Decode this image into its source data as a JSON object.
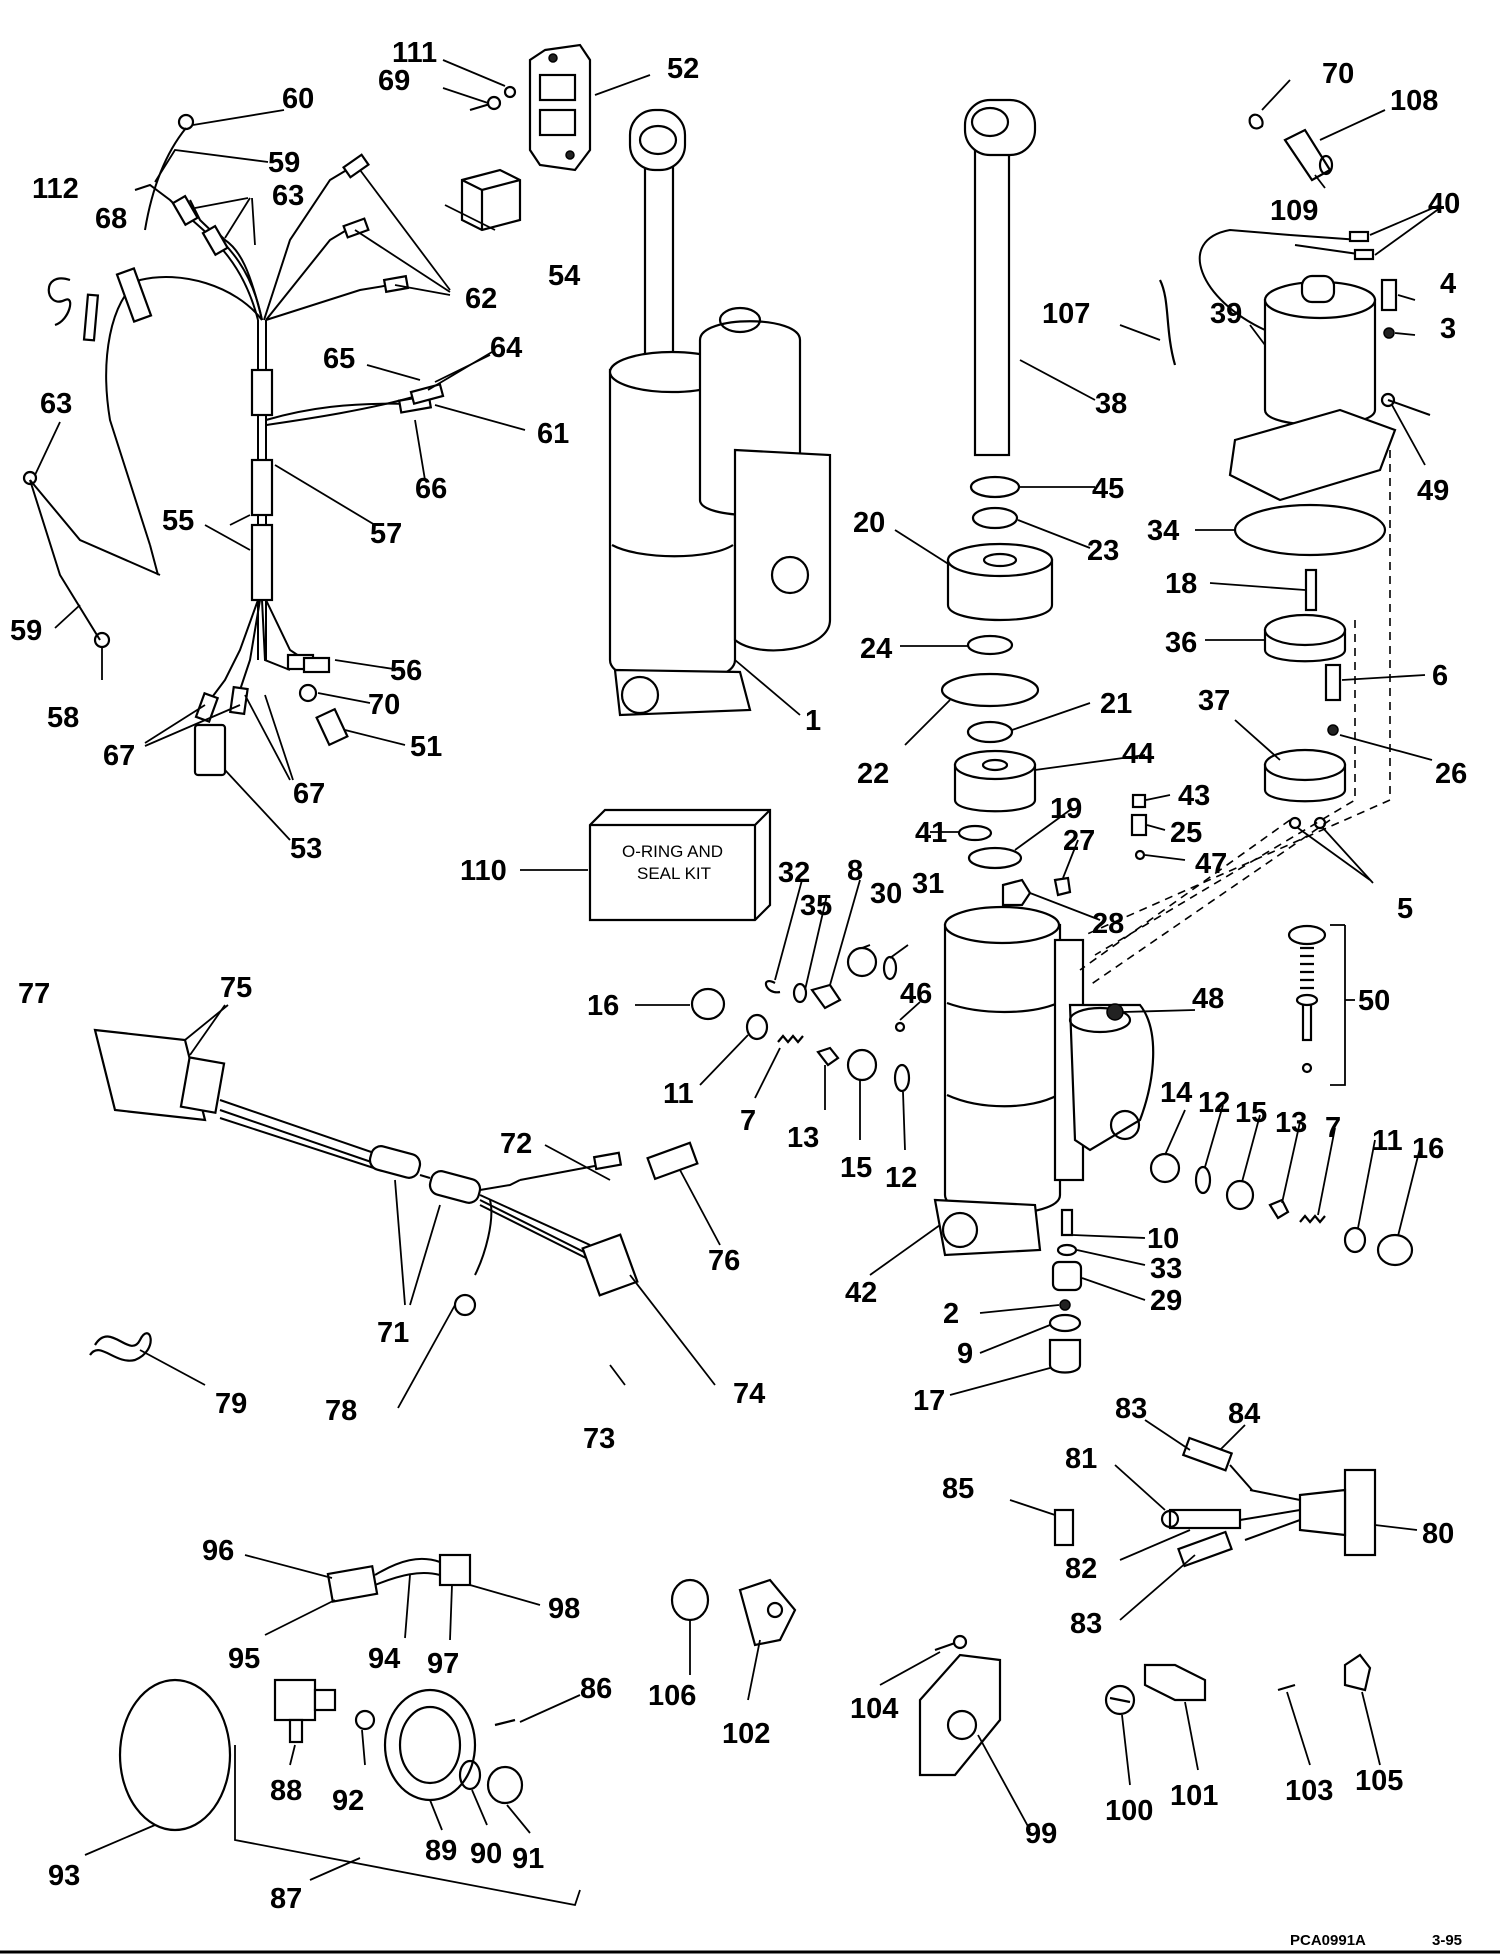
{
  "kit_box": {
    "line1": "O-RING AND",
    "line2": "SEAL KIT"
  },
  "drawing_code": "PCA0991A",
  "drawing_date": "3-95",
  "callouts": [
    {
      "id": "c111",
      "label": "111"
    },
    {
      "id": "c69",
      "label": "69"
    },
    {
      "id": "c52",
      "label": "52"
    },
    {
      "id": "c60",
      "label": "60"
    },
    {
      "id": "c59a",
      "label": "59"
    },
    {
      "id": "c112",
      "label": "112"
    },
    {
      "id": "c63a",
      "label": "63"
    },
    {
      "id": "c68",
      "label": "68"
    },
    {
      "id": "c54",
      "label": "54"
    },
    {
      "id": "c62",
      "label": "62"
    },
    {
      "id": "c65",
      "label": "65"
    },
    {
      "id": "c64",
      "label": "64"
    },
    {
      "id": "c61",
      "label": "61"
    },
    {
      "id": "c66",
      "label": "66"
    },
    {
      "id": "c63b",
      "label": "63"
    },
    {
      "id": "c55",
      "label": "55"
    },
    {
      "id": "c57",
      "label": "57"
    },
    {
      "id": "c59b",
      "label": "59"
    },
    {
      "id": "c58",
      "label": "58"
    },
    {
      "id": "c56",
      "label": "56"
    },
    {
      "id": "c70a",
      "label": "70"
    },
    {
      "id": "c51",
      "label": "51"
    },
    {
      "id": "c67a",
      "label": "67"
    },
    {
      "id": "c67b",
      "label": "67"
    },
    {
      "id": "c53",
      "label": "53"
    },
    {
      "id": "c1",
      "label": "1"
    },
    {
      "id": "c110",
      "label": "110"
    },
    {
      "id": "c70b",
      "label": "70"
    },
    {
      "id": "c108",
      "label": "108"
    },
    {
      "id": "c109",
      "label": "109"
    },
    {
      "id": "c40",
      "label": "40"
    },
    {
      "id": "c107",
      "label": "107"
    },
    {
      "id": "c38",
      "label": "38"
    },
    {
      "id": "c39",
      "label": "39"
    },
    {
      "id": "c4",
      "label": "4"
    },
    {
      "id": "c3",
      "label": "3"
    },
    {
      "id": "c49",
      "label": "49"
    },
    {
      "id": "c45",
      "label": "45"
    },
    {
      "id": "c20",
      "label": "20"
    },
    {
      "id": "c23",
      "label": "23"
    },
    {
      "id": "c34",
      "label": "34"
    },
    {
      "id": "c18",
      "label": "18"
    },
    {
      "id": "c36",
      "label": "36"
    },
    {
      "id": "c24",
      "label": "24"
    },
    {
      "id": "c6",
      "label": "6"
    },
    {
      "id": "c37",
      "label": "37"
    },
    {
      "id": "c26",
      "label": "26"
    },
    {
      "id": "c21",
      "label": "21"
    },
    {
      "id": "c22",
      "label": "22"
    },
    {
      "id": "c44",
      "label": "44"
    },
    {
      "id": "c43",
      "label": "43"
    },
    {
      "id": "c19",
      "label": "19"
    },
    {
      "id": "c25",
      "label": "25"
    },
    {
      "id": "c41",
      "label": "41"
    },
    {
      "id": "c27",
      "label": "27"
    },
    {
      "id": "c47",
      "label": "47"
    },
    {
      "id": "c5",
      "label": "5"
    },
    {
      "id": "c32",
      "label": "32"
    },
    {
      "id": "c8",
      "label": "8"
    },
    {
      "id": "c30",
      "label": "30"
    },
    {
      "id": "c31",
      "label": "31"
    },
    {
      "id": "c35",
      "label": "35"
    },
    {
      "id": "c28",
      "label": "28"
    },
    {
      "id": "c77",
      "label": "77"
    },
    {
      "id": "c75",
      "label": "75"
    },
    {
      "id": "c16a",
      "label": "16"
    },
    {
      "id": "c46",
      "label": "46"
    },
    {
      "id": "c48",
      "label": "48"
    },
    {
      "id": "c50",
      "label": "50"
    },
    {
      "id": "c11a",
      "label": "11"
    },
    {
      "id": "c7a",
      "label": "7"
    },
    {
      "id": "c13a",
      "label": "13"
    },
    {
      "id": "c15a",
      "label": "15"
    },
    {
      "id": "c12a",
      "label": "12"
    },
    {
      "id": "c14",
      "label": "14"
    },
    {
      "id": "c12b",
      "label": "12"
    },
    {
      "id": "c15b",
      "label": "15"
    },
    {
      "id": "c13b",
      "label": "13"
    },
    {
      "id": "c7b",
      "label": "7"
    },
    {
      "id": "c11b",
      "label": "11"
    },
    {
      "id": "c16b",
      "label": "16"
    },
    {
      "id": "c72",
      "label": "72"
    },
    {
      "id": "c76",
      "label": "76"
    },
    {
      "id": "c10",
      "label": "10"
    },
    {
      "id": "c33",
      "label": "33"
    },
    {
      "id": "c29",
      "label": "29"
    },
    {
      "id": "c42",
      "label": "42"
    },
    {
      "id": "c2",
      "label": "2"
    },
    {
      "id": "c9",
      "label": "9"
    },
    {
      "id": "c71",
      "label": "71"
    },
    {
      "id": "c74",
      "label": "74"
    },
    {
      "id": "c17",
      "label": "17"
    },
    {
      "id": "c79",
      "label": "79"
    },
    {
      "id": "c78",
      "label": "78"
    },
    {
      "id": "c73",
      "label": "73"
    },
    {
      "id": "c83a",
      "label": "83"
    },
    {
      "id": "c84",
      "label": "84"
    },
    {
      "id": "c81",
      "label": "81"
    },
    {
      "id": "c85",
      "label": "85"
    },
    {
      "id": "c80",
      "label": "80"
    },
    {
      "id": "c82",
      "label": "82"
    },
    {
      "id": "c83b",
      "label": "83"
    },
    {
      "id": "c96",
      "label": "96"
    },
    {
      "id": "c98",
      "label": "98"
    },
    {
      "id": "c95",
      "label": "95"
    },
    {
      "id": "c94",
      "label": "94"
    },
    {
      "id": "c97",
      "label": "97"
    },
    {
      "id": "c106",
      "label": "106"
    },
    {
      "id": "c102",
      "label": "102"
    },
    {
      "id": "c86",
      "label": "86"
    },
    {
      "id": "c104",
      "label": "104"
    },
    {
      "id": "c88",
      "label": "88"
    },
    {
      "id": "c92",
      "label": "92"
    },
    {
      "id": "c100",
      "label": "100"
    },
    {
      "id": "c101",
      "label": "101"
    },
    {
      "id": "c103",
      "label": "103"
    },
    {
      "id": "c105",
      "label": "105"
    },
    {
      "id": "c93",
      "label": "93"
    },
    {
      "id": "c89",
      "label": "89"
    },
    {
      "id": "c90",
      "label": "90"
    },
    {
      "id": "c91",
      "label": "91"
    },
    {
      "id": "c99",
      "label": "99"
    },
    {
      "id": "c87",
      "label": "87"
    }
  ]
}
